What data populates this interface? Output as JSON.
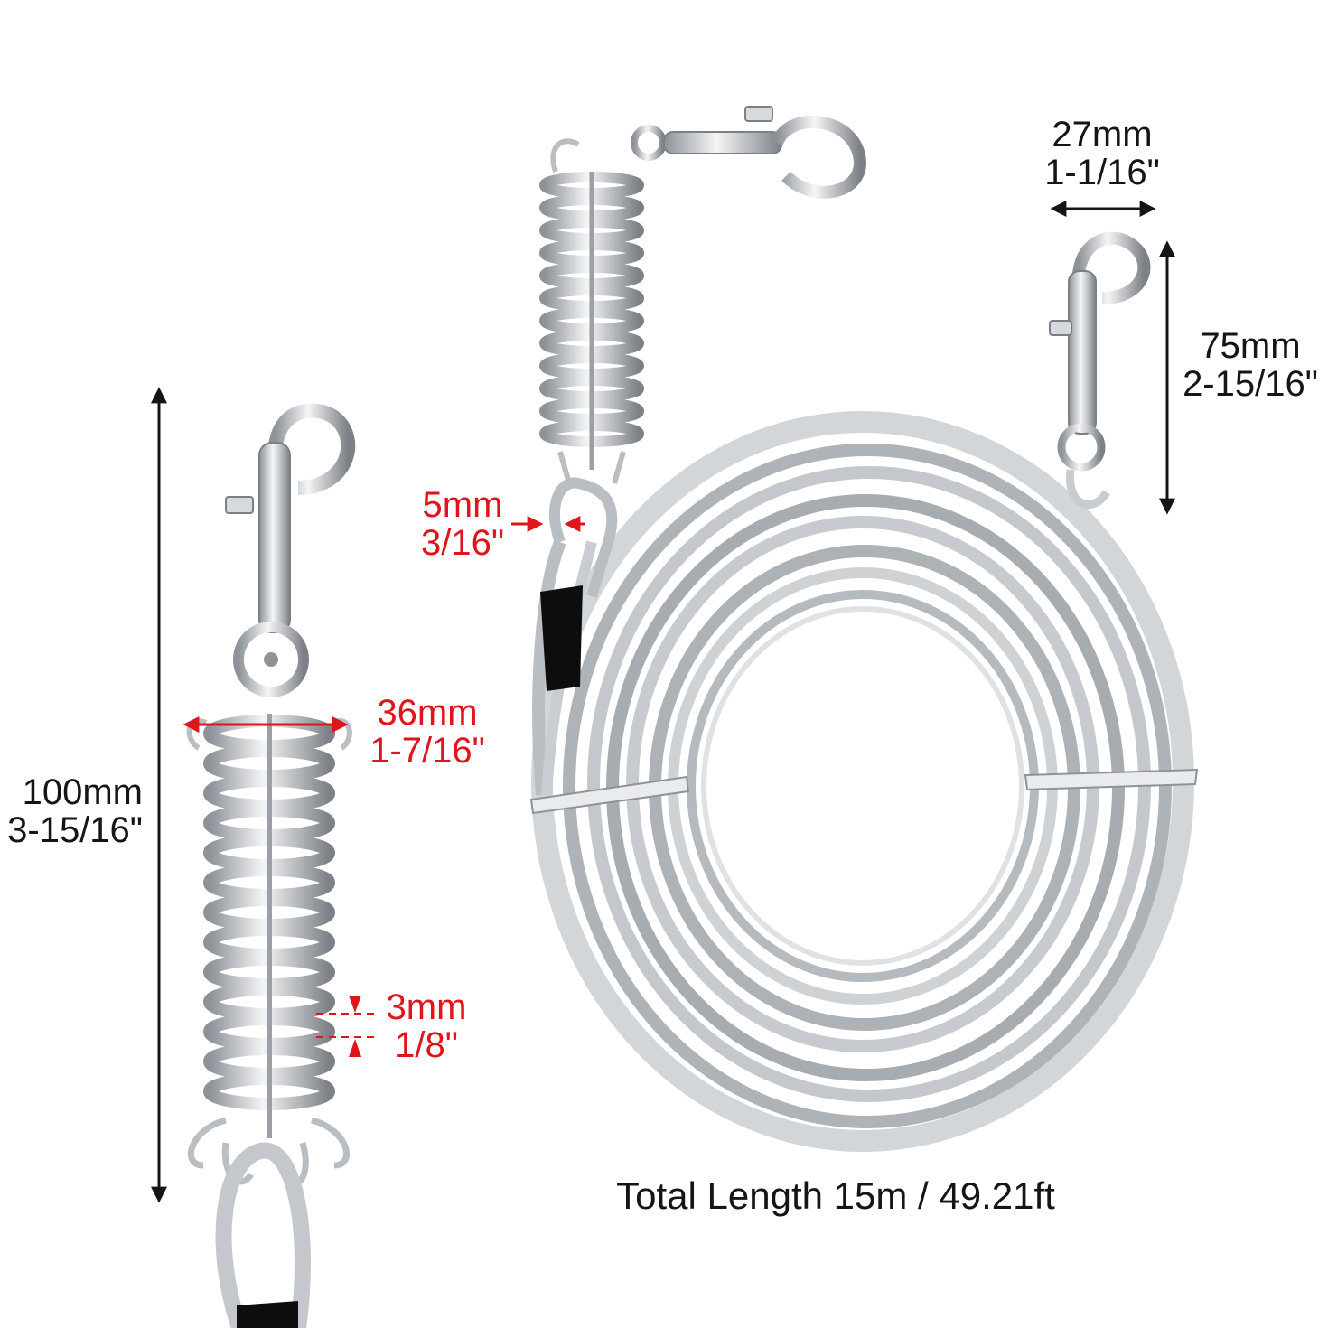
{
  "image": {
    "description_free": true,
    "background": "#ffffff",
    "colors": {
      "dimension_black": "#151515",
      "dimension_red": "#e0151b",
      "cable_gray": "#b9bec3",
      "steel": "#c8ccd0",
      "sleeve_black": "#0d0d0d"
    }
  },
  "labels": {
    "clip_width": {
      "mm": "27mm",
      "inch": "1-1/16\""
    },
    "clip_length": {
      "mm": "75mm",
      "inch": "2-15/16\""
    },
    "spring_length": {
      "mm": "100mm",
      "inch": "3-15/16\""
    },
    "spring_width": {
      "mm": "36mm",
      "inch": "1-7/16\""
    },
    "cable_thickness": {
      "mm": "5mm",
      "inch": "3/16\""
    },
    "wire_gap": {
      "mm": "3mm",
      "inch": "1/8\""
    },
    "total_length": "Total Length 15m / 49.21ft"
  }
}
